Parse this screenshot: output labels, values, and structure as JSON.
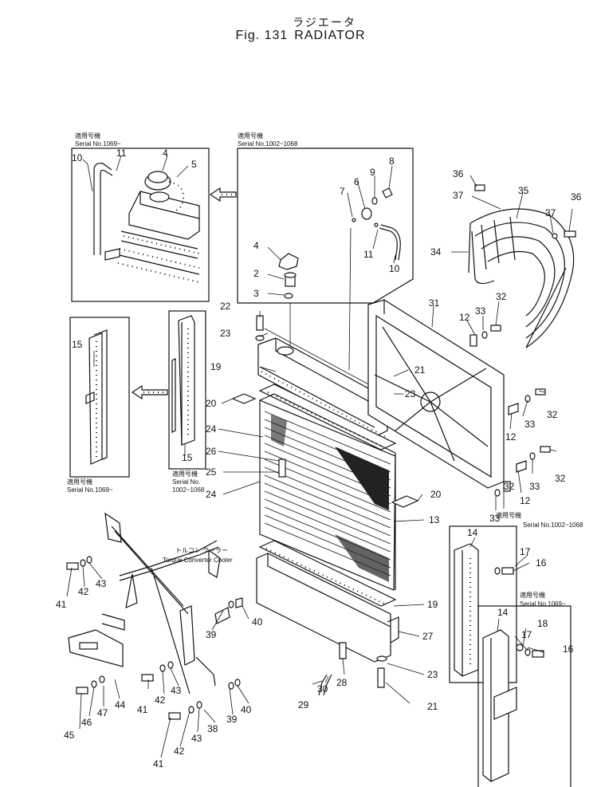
{
  "header": {
    "title_jp": "ラジエータ",
    "fig_label": "Fig. 131",
    "fig_title": "RADIATOR"
  },
  "notes": {
    "serial_1069_a": {
      "jp": "適用号機",
      "en": "Serial No.1069~"
    },
    "serial_1002_a": {
      "jp": "適用号機",
      "en": "Serial No.1002~1068"
    },
    "serial_1069_b": {
      "jp": "適用号機",
      "en": "Serial No.1069~"
    },
    "serial_1002_b": {
      "jp": "適用号機",
      "en": "Serial No.",
      "en2": "1002~1068"
    },
    "serial_1002_c": {
      "jp": "適用号機",
      "en": "Serial No.1002~1068"
    },
    "serial_1069_c": {
      "jp": "適用号機",
      "en": "Serial No.1069~"
    },
    "torque": {
      "jp": "トルコン クーラー",
      "en": "Torque Converter Cooler"
    }
  },
  "callouts": [
    "10",
    "11",
    "4",
    "5",
    "8",
    "9",
    "6",
    "7",
    "4",
    "2",
    "3",
    "11",
    "10",
    "36",
    "37",
    "35",
    "36",
    "37",
    "34",
    "31",
    "12",
    "33",
    "32",
    "22",
    "23",
    "21",
    "23",
    "19",
    "20",
    "24",
    "26",
    "25",
    "24",
    "20",
    "13",
    "32",
    "12",
    "33",
    "32",
    "12",
    "33",
    "32",
    "33",
    "15",
    "15",
    "14",
    "17",
    "16",
    "14",
    "18",
    "17",
    "16",
    "19",
    "27",
    "23",
    "21",
    "28",
    "30",
    "29",
    "41",
    "42",
    "43",
    "40",
    "39",
    "41",
    "42",
    "43",
    "44",
    "47",
    "46",
    "45",
    "38",
    "39",
    "40",
    "41",
    "42",
    "43"
  ]
}
